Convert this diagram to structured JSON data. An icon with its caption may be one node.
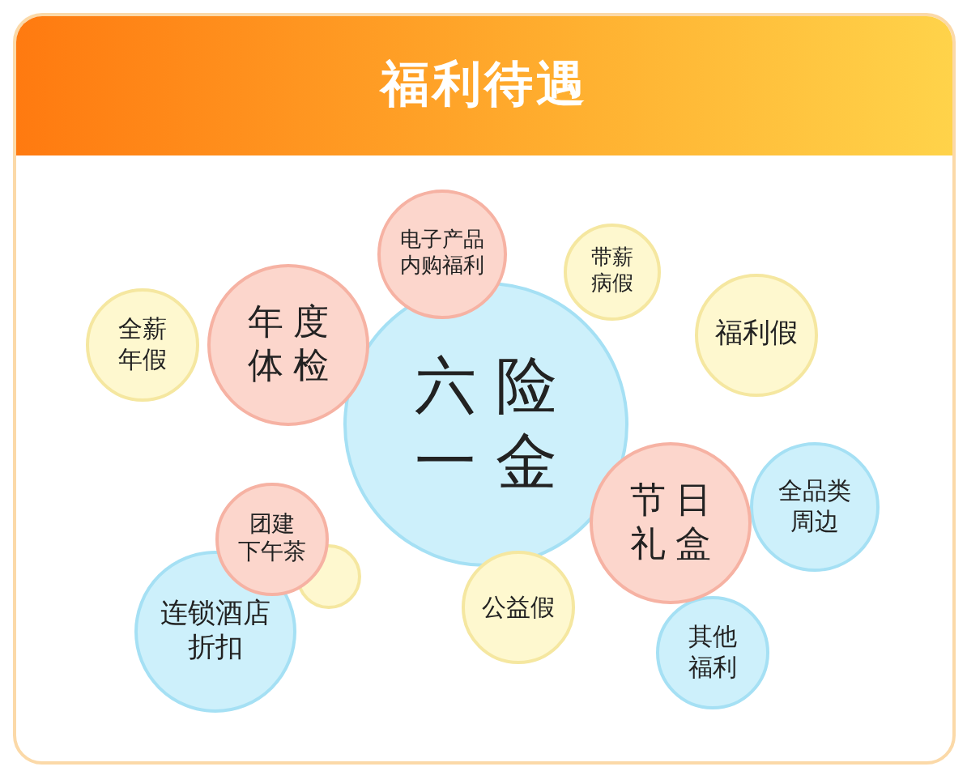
{
  "diagram": {
    "title": "福利待遇",
    "nodes": [
      {
        "text": [
          "电子产品内购福利"
        ]
      },
      {
        "text": [
          "带薪病假"
        ]
      },
      {
        "text": [
          "全薪年假"
        ]
      },
      {
        "text": [
          "年度体检"
        ]
      },
      {
        "text": [
          "福利假"
        ]
      },
      {
        "text": [
          "六险一金"
        ]
      },
      {
        "text": [
          "全品类周边"
        ]
      },
      {
        "text": [
          "节日礼盒"
        ]
      },
      {
        "text": [
          "团建下午茶"
        ]
      },
      {
        "text": [],
        "shape": "circle"
      },
      {
        "text": [
          "公益假"
        ]
      },
      {
        "text": [
          "连锁酒店折扣"
        ]
      },
      {
        "text": [
          "其他福利"
        ]
      }
    ],
    "edges": []
  }
}
